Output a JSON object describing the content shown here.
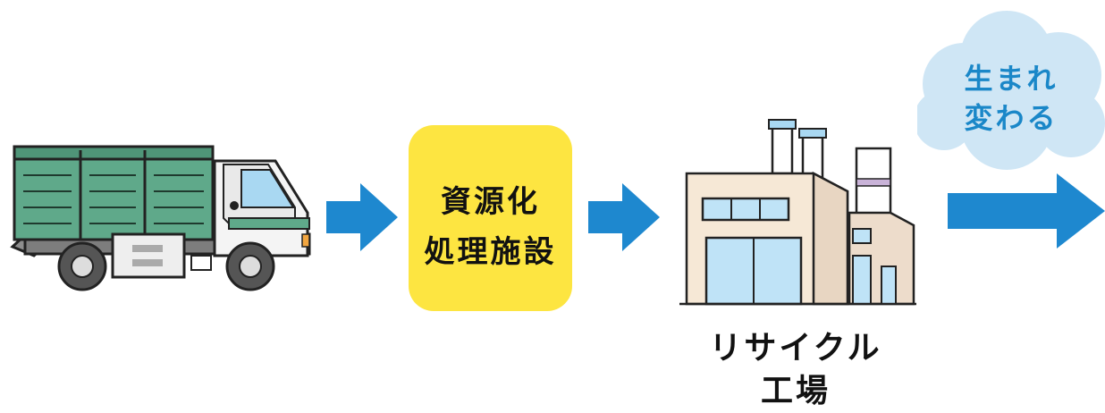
{
  "steps": {
    "process": {
      "line1": "資源化",
      "line2": "処理施設",
      "color": "#fde541"
    },
    "factory": {
      "line1": "リサイクル",
      "line2": "工場"
    },
    "result": {
      "line1": "生まれ",
      "line2": "変わる",
      "text_color": "#1a87c8",
      "cloud_color": "#cfe6f5"
    }
  },
  "arrow_color": "#1e88cf",
  "icons": [
    "garbage-truck-icon",
    "arrow-right-icon",
    "recycling-factory-icon",
    "cloud-icon"
  ]
}
